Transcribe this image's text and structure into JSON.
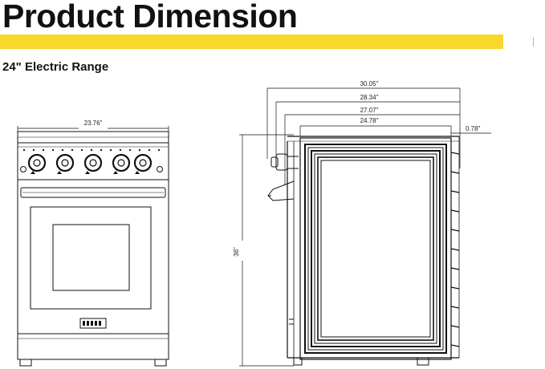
{
  "header": {
    "title": "Product Dimension",
    "subtitle": "24\" Electric Range",
    "accent_color": "#f7d82b"
  },
  "front_view": {
    "width_label": "23.76\""
  },
  "side_view": {
    "height_label": "36\"",
    "depth_labels": [
      "30.05\"",
      "28.34\"",
      "27.07\"",
      "24.78\""
    ],
    "offset_label": "0.78\""
  }
}
